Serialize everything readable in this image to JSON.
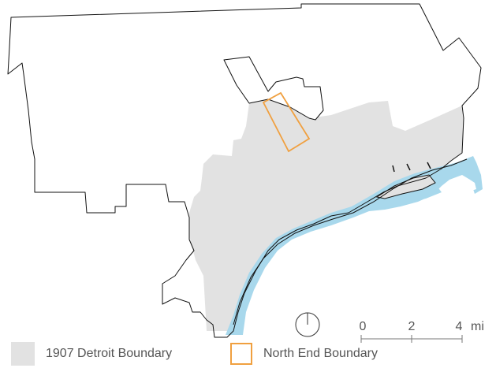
{
  "legend": {
    "detroit_1907_label": "1907 Detroit Boundary",
    "north_end_label": "North End Boundary"
  },
  "scale_bar": {
    "tick_0": "0",
    "tick_2": "2",
    "tick_4": "4",
    "unit": "mi"
  },
  "colors": {
    "detroit_1907_fill": "#e2e2e2",
    "north_end_stroke": "#f0a040",
    "river_fill": "#a8d8ec",
    "city_outline": "#111111",
    "text": "#555555"
  },
  "icons": {
    "north_arrow": "north-arrow-icon"
  }
}
